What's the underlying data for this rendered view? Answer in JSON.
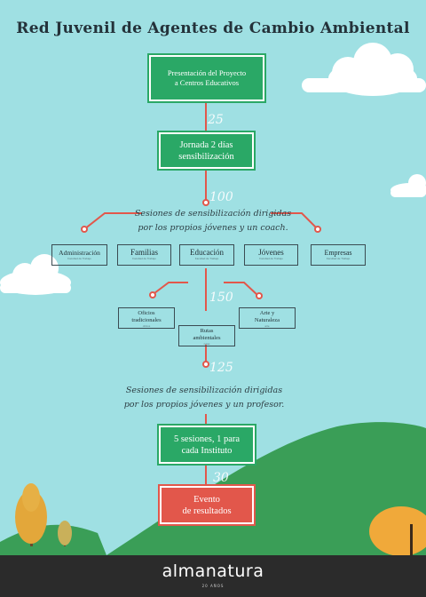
{
  "title": "Red Juvenil de Agentes de Cambio Ambiental",
  "steps": {
    "presentacion": "Presentación del Proyecto\na Centros Educativos",
    "jornada": "Jornada 2 días\nsensibilización",
    "sesiones_instituto": "5 sesiones, 1 para\ncada Instituto",
    "evento": "Evento\nde resultados"
  },
  "numbers": {
    "n1": "25",
    "n2": "100",
    "n3": "150",
    "n4": "125",
    "n5": "30"
  },
  "script_texts": {
    "coach": "Sesiones de sensibilización dirigidas\npor los propios jóvenes y un coach.",
    "profesor": "Sesiones de sensibilización dirigidas\npor los propios jóvenes y un profesor."
  },
  "level1_nodes": [
    {
      "label": "Administración",
      "sub": "Facultad de Trabajo"
    },
    {
      "label": "Familias",
      "sub": "Facultad de Trabajo"
    },
    {
      "label": "Educación",
      "sub": "Facultad de Trabajo"
    },
    {
      "label": "Jóvenes",
      "sub": "Facultad de Trabajo"
    },
    {
      "label": "Empresas",
      "sub": "Facultad de Trabajo"
    }
  ],
  "level2_nodes": [
    {
      "label": "Oficios\ntradicionales",
      "sub": "oficios"
    },
    {
      "label": "Rutas\nambientales",
      "sub": "rutas"
    },
    {
      "label": "Arte y\nNaturaleza",
      "sub": "arte"
    }
  ],
  "footer": {
    "logo": "almanatura",
    "tagline": "20 AÑOS"
  },
  "colors": {
    "sky": "#9fe0e3",
    "green": "#2aa866",
    "red": "#e2574b",
    "hill": "#3a9e57",
    "footer": "#2b2b2b"
  }
}
